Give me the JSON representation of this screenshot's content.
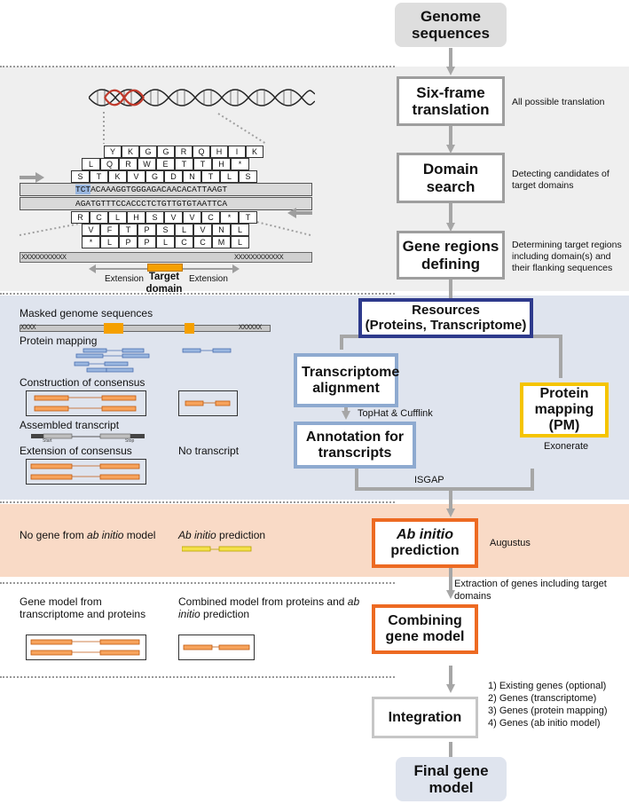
{
  "colors": {
    "gray_band": "#efefef",
    "blue_band": "#dfe4ee",
    "peach_band": "#f9dac6",
    "navy": "#2e3a8c",
    "light_blue": "#8eaad0",
    "yellow": "#f5c400",
    "orange": "#ed6a22",
    "gray_arrow": "#a6a6a6"
  },
  "flow": {
    "genome": "Genome sequences",
    "six_frame": "Six-frame translation",
    "six_frame_note": "All possible translation",
    "domain_search": "Domain search",
    "domain_search_note": "Detecting candidates of target domains",
    "gene_regions": "Gene regions defining",
    "gene_regions_note": "Determining target regions including domain(s) and their flanking sequences",
    "resources_line1": "Resources",
    "resources_line2": "(Proteins, Transcriptome)",
    "transcriptome_alignment": "Transcriptome alignment",
    "tophat": "TopHat & Cufflink",
    "annotation": "Annotation for transcripts",
    "protein_mapping": "Protein mapping (PM)",
    "exonerate": "Exonerate",
    "isgap": "ISGAP",
    "ab_initio_italic": "Ab initio",
    "ab_initio_rest": "prediction",
    "augustus": "Augustus",
    "extraction": "Extraction of genes including target domains",
    "combining": "Combining gene model",
    "integration": "Integration",
    "integration_items": [
      "1) Existing genes (optional)",
      "2) Genes (transcriptome)",
      "3) Genes (protein mapping)",
      "4) Genes (ab initio model)"
    ],
    "final": "Final gene model"
  },
  "translation_panel": {
    "frames_top": [
      [
        "Y",
        "K",
        "G",
        "G",
        "R",
        "Q",
        "H",
        "I",
        "K"
      ],
      [
        "L",
        "Q",
        "R",
        "W",
        "E",
        "T",
        "T",
        "H",
        "*"
      ],
      [
        "S",
        "T",
        "K",
        "V",
        "G",
        "D",
        "N",
        "T",
        "L",
        "S"
      ]
    ],
    "forward_highlight": "TCT",
    "forward_rest": "ACAAAGGTGGGAGACAACACATTAAGT",
    "reverse_strand": "AGATGTTTCCACCCTCTGTTGTGTAATTCA",
    "frames_bottom": [
      [
        "R",
        "C",
        "L",
        "H",
        "S",
        "V",
        "V",
        "C",
        "*",
        "T"
      ],
      [
        "V",
        "F",
        "T",
        "P",
        "S",
        "L",
        "V",
        "N",
        "L"
      ],
      [
        "*",
        "L",
        "P",
        "P",
        "L",
        "C",
        "C",
        "M",
        "L"
      ]
    ],
    "masked_left": "XXXXXXXXXXX",
    "masked_right": "XXXXXXXXXXXX",
    "extension_left": "Extension",
    "extension_right": "Extension",
    "target_domain": "Target domain"
  },
  "resources_panel": {
    "masked_genome": "Masked genome sequences",
    "masked_left": "XXXX",
    "masked_right": "XXXXXX",
    "protein_mapping": "Protein mapping",
    "construction": "Construction of consensus",
    "assembled": "Assembled transcript",
    "start": "Start",
    "stop": "Stop",
    "extension": "Extension of consensus",
    "no_transcript": "No transcript"
  },
  "abinitio_panel": {
    "no_gene_prefix": "No gene from ",
    "no_gene_italic": "ab initio",
    "no_gene_suffix": " model",
    "prediction_italic": "Ab initio",
    "prediction_rest": " prediction"
  },
  "combining_panel": {
    "left_label": "Gene model from transcriptome and proteins",
    "right_prefix": "Combined model from proteins and ",
    "right_italic": "ab initio",
    "right_suffix": " prediction"
  }
}
